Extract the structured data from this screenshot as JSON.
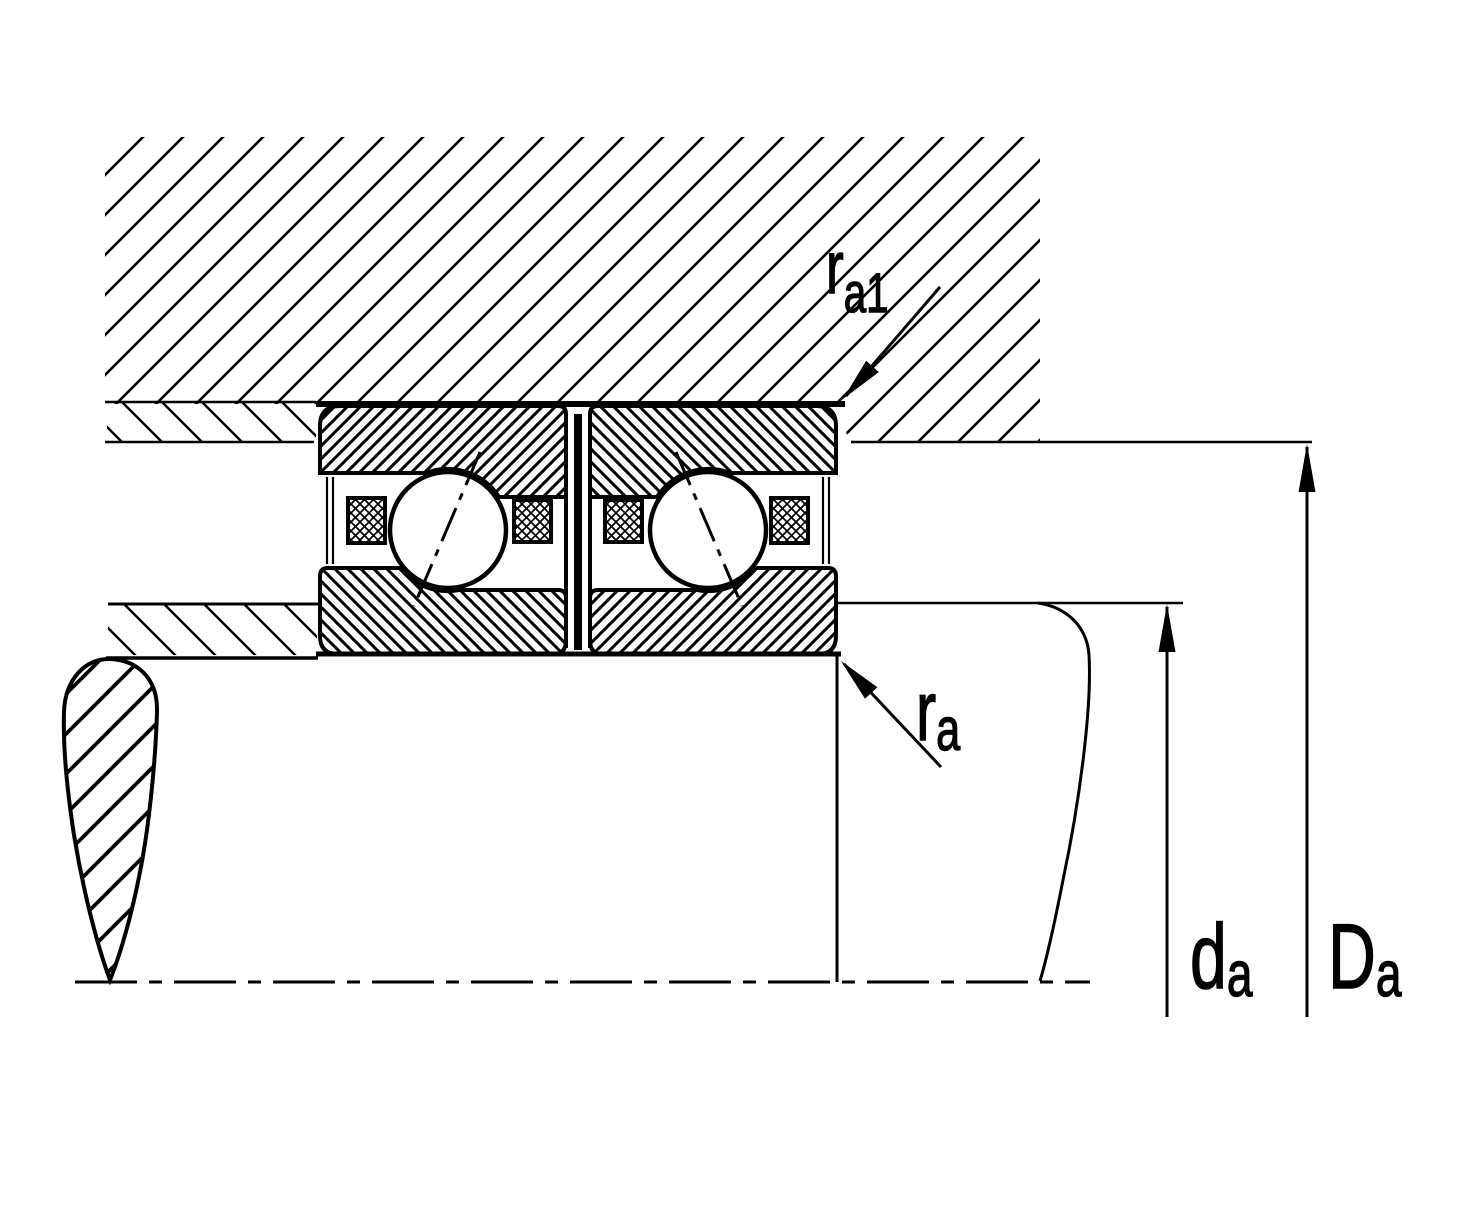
{
  "labels": {
    "ra1": {
      "main": "r",
      "sub": "a1"
    },
    "ra": {
      "main": "r",
      "sub": "a"
    },
    "da": {
      "main": "d",
      "sub": "a"
    },
    "Da": {
      "main": "D",
      "sub": "a"
    }
  },
  "colors": {
    "line": "#000000",
    "background": "#ffffff"
  }
}
